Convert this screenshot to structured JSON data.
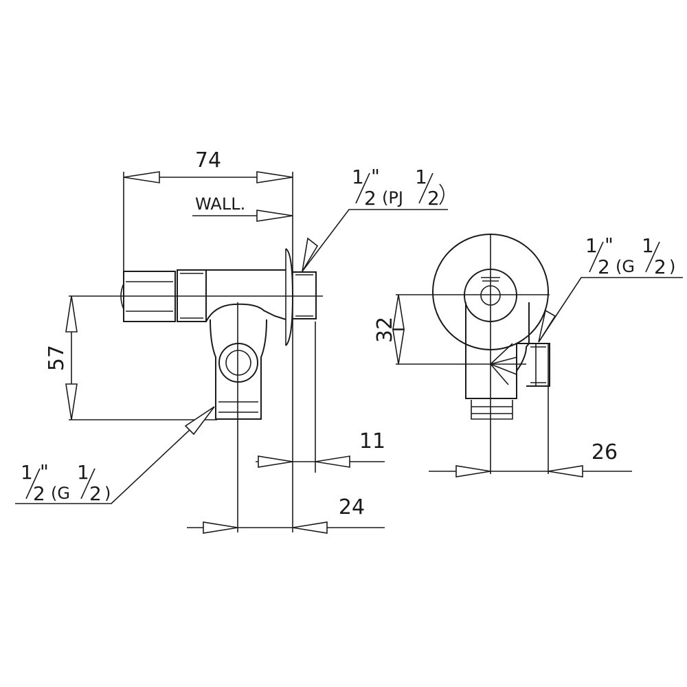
{
  "dimensions": {
    "length_74": "74",
    "height_57": "57",
    "height_32": "32",
    "offset_11": "11",
    "offset_24": "24",
    "offset_26": "26"
  },
  "labels": {
    "wall": "WALL."
  },
  "threads": {
    "inlet": {
      "fraction_num": "1",
      "fraction_den": "2",
      "mark": "\"",
      "open": "(PJ",
      "tail_num": "1",
      "tail_den": "2",
      "close": ""
    },
    "outlet_bottom": {
      "fraction_num": "1",
      "fraction_den": "2",
      "mark": "\"",
      "open": "(G",
      "tail_num": "1",
      "tail_den": "2",
      "close": ")"
    },
    "outlet_side": {
      "fraction_num": "1",
      "fraction_den": "2",
      "mark": "\"",
      "open": "(G",
      "tail_num": "1",
      "tail_den": "2",
      "close": ")"
    }
  }
}
